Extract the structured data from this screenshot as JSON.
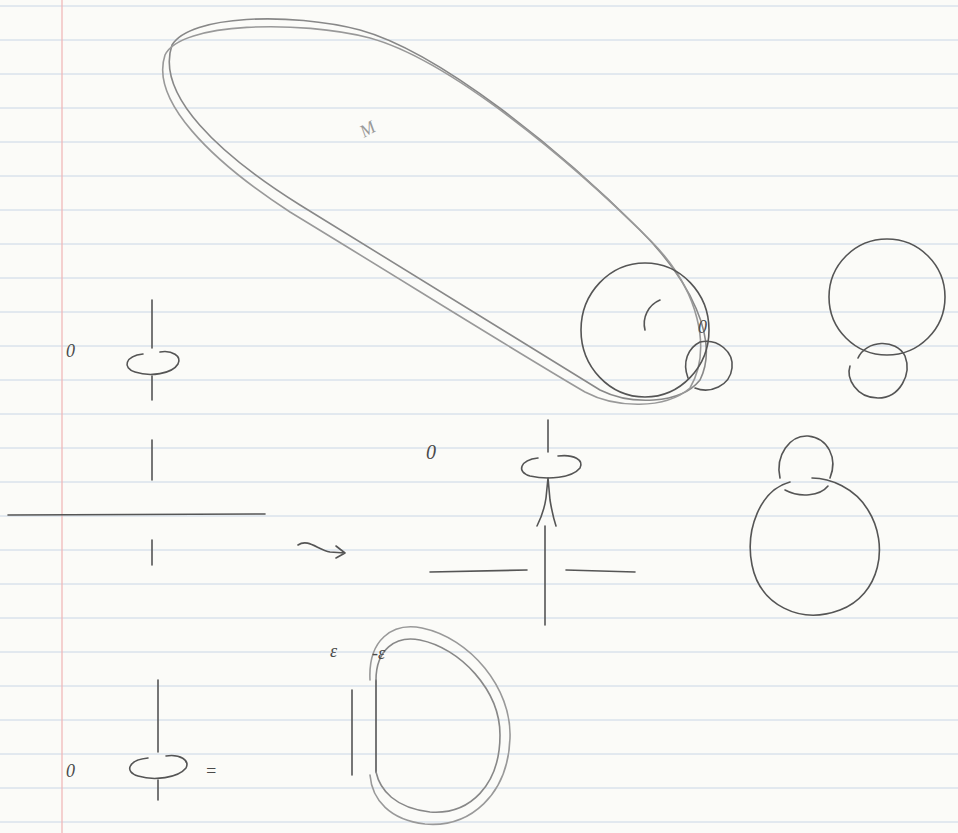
{
  "diagram": {
    "labels": [
      "M",
      "0",
      "0",
      "0",
      "ε",
      "-ε",
      "0",
      "="
    ]
  }
}
